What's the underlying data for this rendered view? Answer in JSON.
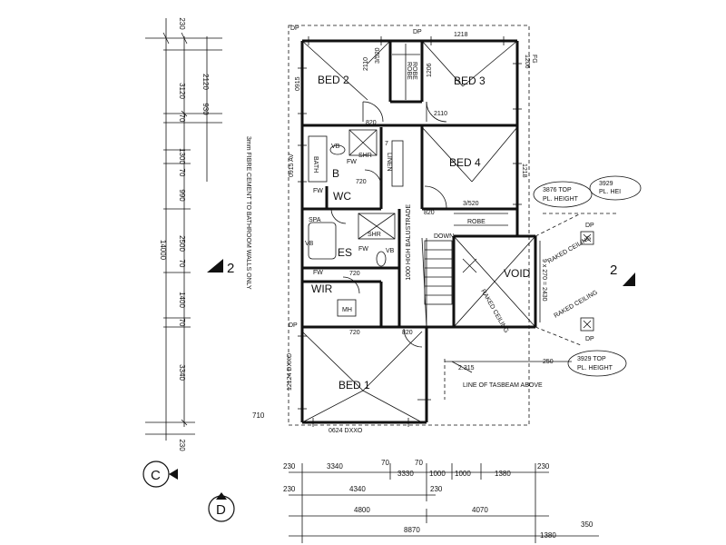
{
  "rooms": {
    "bed2": "BED 2",
    "bed3": "BED 3",
    "bed4": "BED 4",
    "bed1": "BED 1",
    "bath": "BATH",
    "bath_b": "B",
    "wc": "WC",
    "es": "ES",
    "wir": "WIR",
    "void": "VOID",
    "robe_left": "ROBE",
    "robe_right": "ROBE",
    "robe_bed4": "ROBE",
    "linen": "LINEN",
    "mh": "MH",
    "down": "DOWN"
  },
  "fittings": {
    "vb1": "VB",
    "vb2": "VB",
    "vb3": "VB",
    "shr1": "SHR",
    "shr2": "SHR",
    "fw1": "FW",
    "fw2": "FW",
    "fw3": "FW",
    "fw4": "FW",
    "spa": "SPA",
    "dp1": "DP",
    "dp2": "DP",
    "dp3": "DP",
    "dp4": "DP",
    "dp5": "DP"
  },
  "annotations": {
    "fibre_cement": "3mm FIBRE CEMENT TO BATHROOM WALLS ONLY",
    "balustrade": "1000 HIGH BALUSTRADE",
    "raked1": "RAKED CEILING",
    "raked2": "RAKED CEILING",
    "raked3": "RAKED CEILING",
    "line_of_tasbeam": "LINE OF TASBEAM ABOVE",
    "top_pl_1_a": "3876 TOP",
    "top_pl_1_b": "PL. HEIGHT",
    "top_pl_2_a": "3929 TOP",
    "top_pl_2_b": "PL. HEIGHT",
    "top_pl_3_a": "3929",
    "top_pl_3_b": "PL. HEI",
    "window_top": "1218",
    "window_bed2": "2110",
    "window_bed3": "1206",
    "window_bed4": "1218",
    "window_bed1": "12124 DXXO",
    "window_bed1_b": "0624 DXXO",
    "window_right_a": "1206",
    "window_right_b": "FG",
    "bath_window": "0915",
    "bath_window_b": "0915 AV",
    "robe_door": "3/520",
    "robe_door_b": "3/520",
    "door_820_a": "820",
    "door_820_b": "820",
    "door_820_c": "820",
    "door_720_a": "720",
    "door_720_b": "720",
    "door_720_c": "720",
    "dim_2315": "2.315",
    "dim_250": "250",
    "door_seven": "7",
    "door_bed_2110": "2110",
    "void_dims": "9 x 270 = 2430"
  },
  "left_dims": {
    "overall": "14000",
    "segments": [
      "230",
      "3120",
      "70",
      "1300",
      "70",
      "2500",
      "1400",
      "70",
      "3340",
      "230"
    ],
    "inner": [
      "2120",
      "930",
      "990",
      "70"
    ]
  },
  "bottom_dims": {
    "row1": [
      "3340",
      "70",
      "3330",
      "70",
      "1000",
      "1000",
      "1380",
      "230"
    ],
    "row1_lead": "230",
    "row2": [
      "4340",
      "230"
    ],
    "row2_lead": "230",
    "row3": [
      "4800",
      "4070"
    ],
    "row4": [
      "8870",
      "1380",
      "350"
    ]
  },
  "side_dims": {
    "left_bottom": "710"
  },
  "section_marks": {
    "left_two": "2",
    "right_two": "2",
    "c": "C",
    "d": "D"
  }
}
